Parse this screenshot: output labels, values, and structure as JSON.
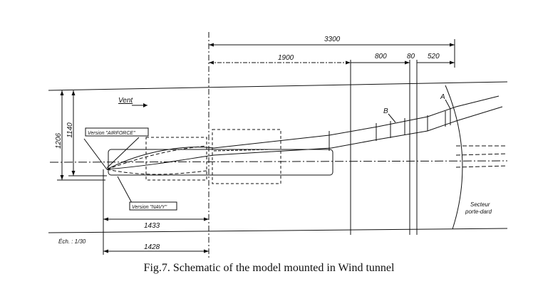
{
  "caption": "Fig.7. Schematic of the model mounted in Wind tunnel",
  "dimensions": {
    "d3300": "3300",
    "d1900": "1900",
    "d800": "800",
    "d80": "80",
    "d520": "520",
    "d1206": "1206",
    "d1140": "1140",
    "d1433": "1433",
    "d1428": "1428"
  },
  "labels": {
    "vent": "Vent",
    "airforce": "Version \"AIRFORCE\"",
    "navy": "Version \"NAVY\"",
    "point_a": "A",
    "point_b": "B",
    "secteur_line1": "Secteur",
    "secteur_line2": "porte-dard",
    "scale": "Éch. : 1/30"
  },
  "colors": {
    "ink": "#111111",
    "paper": "#ffffff"
  }
}
